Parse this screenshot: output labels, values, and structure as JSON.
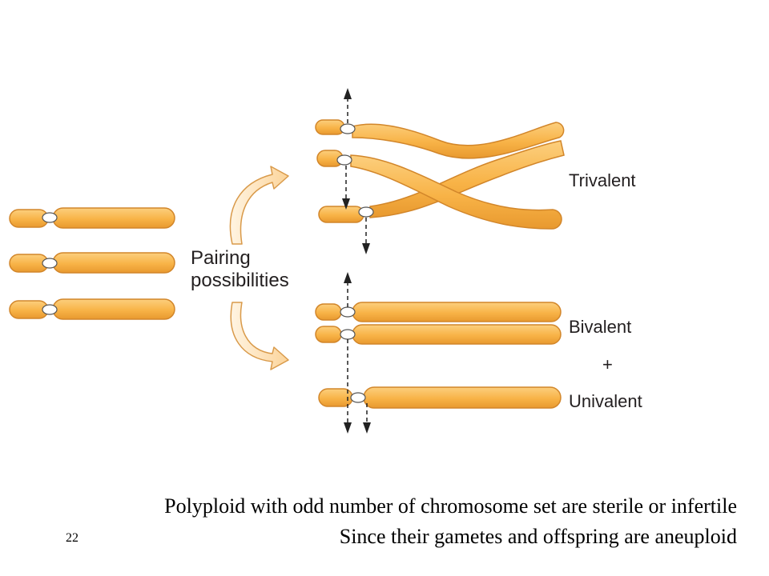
{
  "labels": {
    "pairing": "Pairing",
    "possibilities": "possibilities",
    "trivalent": "Trivalent",
    "bivalent": "Bivalent",
    "plus": "+",
    "univalent": "Univalent"
  },
  "caption": {
    "line1": "Polyploid with odd number of chromosome set are sterile or infertile",
    "line2": "Since their gametes and offspring  are aneuploid"
  },
  "slide_number": "22",
  "colors": {
    "chromosome_fill": "#f8b347",
    "chromosome_edge": "#d2862a",
    "arrow_fill": "#fde2b3",
    "arrow_edge": "#d99a4a",
    "label_text": "#231f20"
  }
}
